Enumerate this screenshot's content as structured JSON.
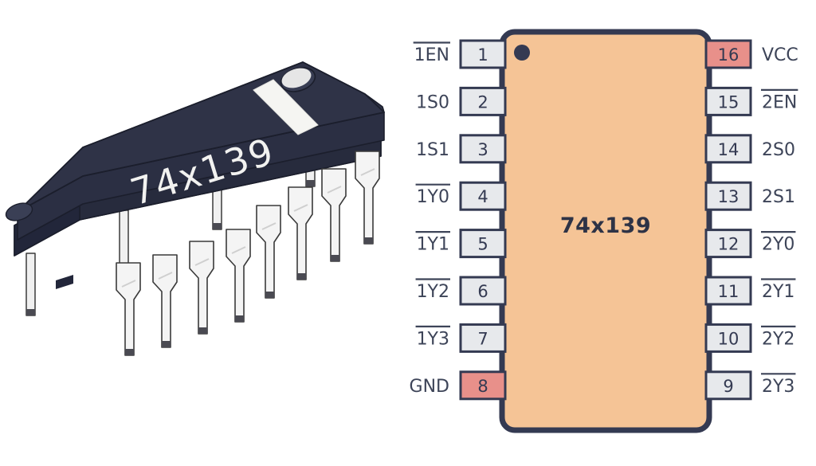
{
  "figure": {
    "part_number": "74x139",
    "package_label": "74x139",
    "chip_body_label": "74x139"
  },
  "colors": {
    "chip_body": "#f5c496",
    "chip_border": "#343a52",
    "pin_box": "#e7e9ec",
    "pin_box_border": "#343a52",
    "power_pin_box": "#e8908a",
    "text": "#3d4458",
    "package_body": "#2f3347",
    "package_body_dark": "#24283a",
    "package_body_side": "#2a2e42",
    "package_pin": "#f2f2f2",
    "package_pin_shadow": "#d8d8d8",
    "package_marking": "#f2f2f0",
    "notch_stripe": "#f5f5f2",
    "background": "#ffffff"
  },
  "pinout": {
    "orientation_dot": "present",
    "left_pins": [
      {
        "number": "1",
        "label": "1EN",
        "overline": true,
        "power": false
      },
      {
        "number": "2",
        "label": "1S0",
        "overline": false,
        "power": false
      },
      {
        "number": "3",
        "label": "1S1",
        "overline": false,
        "power": false
      },
      {
        "number": "4",
        "label": "1Y0",
        "overline": true,
        "power": false
      },
      {
        "number": "5",
        "label": "1Y1",
        "overline": true,
        "power": false
      },
      {
        "number": "6",
        "label": "1Y2",
        "overline": true,
        "power": false
      },
      {
        "number": "7",
        "label": "1Y3",
        "overline": true,
        "power": false
      },
      {
        "number": "8",
        "label": "GND",
        "overline": false,
        "power": true
      }
    ],
    "right_pins": [
      {
        "number": "16",
        "label": "VCC",
        "overline": false,
        "power": true
      },
      {
        "number": "15",
        "label": "2EN",
        "overline": true,
        "power": false
      },
      {
        "number": "14",
        "label": "2S0",
        "overline": false,
        "power": false
      },
      {
        "number": "13",
        "label": "2S1",
        "overline": false,
        "power": false
      },
      {
        "number": "12",
        "label": "2Y0",
        "overline": true,
        "power": false
      },
      {
        "number": "11",
        "label": "2Y1",
        "overline": true,
        "power": false
      },
      {
        "number": "10",
        "label": "2Y2",
        "overline": true,
        "power": false
      },
      {
        "number": "9",
        "label": "2Y3",
        "overline": true,
        "power": false
      }
    ]
  },
  "package3d": {
    "type": "DIP-16",
    "marking": "74x139",
    "pin_count": 16,
    "front_pins": 8,
    "back_pins": 8,
    "has_notch_stripe": true,
    "has_pin1_dimple": true
  }
}
